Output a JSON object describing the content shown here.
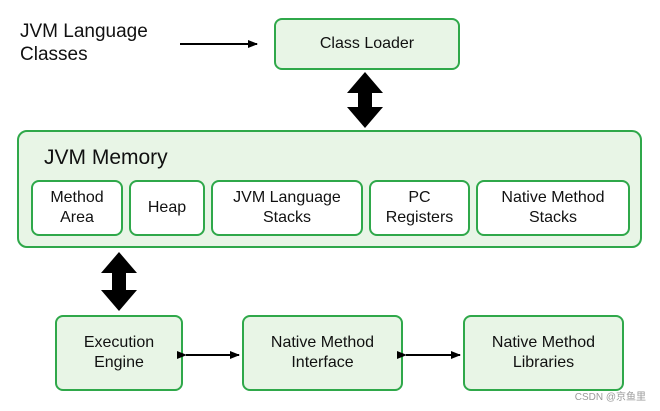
{
  "input_label": "JVM Language\nClasses",
  "class_loader": "Class Loader",
  "jvm_memory": {
    "title": "JVM Memory",
    "areas": [
      "Method\nArea",
      "Heap",
      "JVM Language\nStacks",
      "PC\nRegisters",
      "Native Method\nStacks"
    ]
  },
  "execution_engine": "Execution\nEngine",
  "native_interface": "Native Method\nInterface",
  "native_libraries": "Native Method\nLibraries",
  "watermark": "CSDN @京鱼里",
  "colors": {
    "box_fill": "#e8f5e6",
    "border": "#2fa84a",
    "arrow": "#000000"
  }
}
